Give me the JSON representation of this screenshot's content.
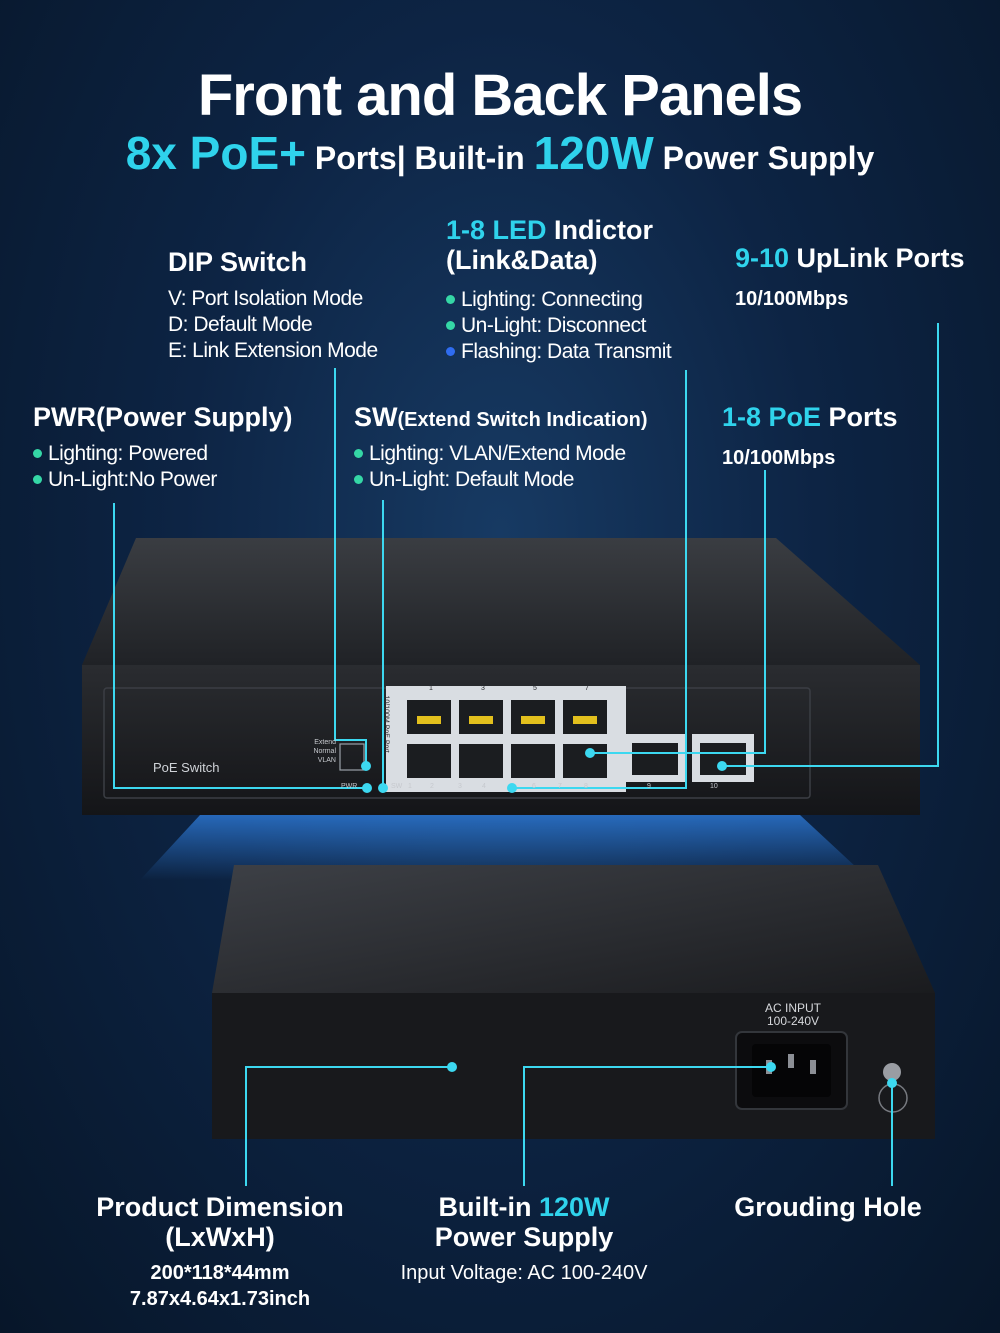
{
  "header": {
    "title": "Front and Back Panels",
    "subtitle_a": "8x PoE+",
    "subtitle_b": " Ports| Built-in ",
    "subtitle_c": "120W",
    "subtitle_d": " Power Supply"
  },
  "dip": {
    "title": "DIP Switch",
    "lines": [
      "V: Port Isolation Mode",
      "D: Default Mode",
      "E: Link Extension Mode"
    ]
  },
  "led": {
    "title_a": "1-8 LED",
    "title_b": " Indictor",
    "title_c": "(Link&Data)",
    "lines": [
      "Lighting: Connecting",
      "Un-Light: Disconnect",
      "Flashing: Data Transmit"
    ]
  },
  "uplink": {
    "title_a": "9-10",
    "title_b": " UpLink Ports",
    "speed": "10/100Mbps"
  },
  "pwr": {
    "title": "PWR(Power Supply)",
    "lines": [
      "Lighting: Powered",
      "Un-Light:No Power"
    ]
  },
  "sw": {
    "title_a": "SW",
    "title_b": "(Extend Switch Indication)",
    "lines": [
      "Lighting: VLAN/Extend Mode",
      "Un-Light: Default Mode"
    ]
  },
  "poe": {
    "title_a": "1-8 PoE",
    "title_b": " Ports",
    "speed": "10/100Mbps"
  },
  "device_front": {
    "label": "PoE Switch",
    "dip_labels": [
      "Extend",
      "Normal",
      "VLAN"
    ],
    "pwr_label": "PWR",
    "sw_label": "SW",
    "vertical_label": "10/100M PoE Port",
    "top_numbers": [
      "1",
      "3",
      "5",
      "7"
    ],
    "bottom_numbers": [
      "1",
      "2",
      "3",
      "4",
      "6",
      "7",
      "8"
    ],
    "uplink_numbers": [
      "9",
      "10"
    ]
  },
  "device_back": {
    "ac_label_1": "AC INPUT",
    "ac_label_2": "100-240V"
  },
  "bottom": {
    "dimension_title_1": "Product Dimension",
    "dimension_title_2": "(LxWxH)",
    "dimension_mm": "200*118*44mm",
    "dimension_inch": "7.87x4.64x1.73inch",
    "power_title_a": "Built-in ",
    "power_title_b": "120W",
    "power_title_c": "Power Supply",
    "power_input": "Input Voltage: AC 100-240V",
    "ground_title": "Grouding Hole"
  },
  "colors": {
    "accent": "#2fd3ec",
    "bullet_green": "#35d7a6",
    "bullet_blue": "#2f6cf0",
    "background": "#0d2444"
  }
}
